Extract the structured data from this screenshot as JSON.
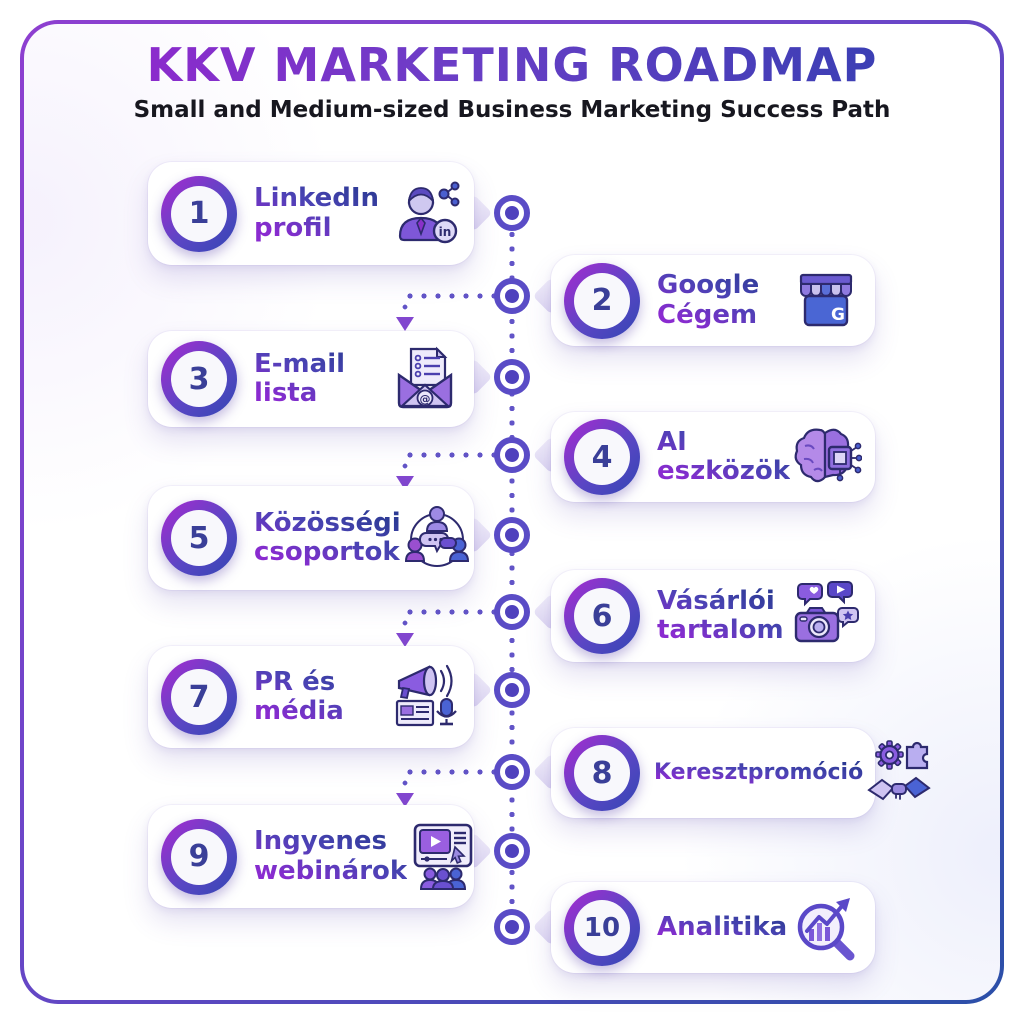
{
  "header": {
    "title": "KKV MARKETING ROADMAP",
    "subtitle": "Small and Medium-sized Business Marketing Success Path"
  },
  "colors": {
    "accent_purple": "#8a2bd0",
    "accent_blue": "#2b4fa8",
    "timeline_dot": "#5a4cc6",
    "card_background": "#ffffff"
  },
  "icons": {
    "linkedin_badge_text": "in",
    "google_letter": "G",
    "email_at": "@"
  },
  "steps": [
    {
      "number": "1",
      "label": "LinkedIn\nprofil",
      "icon": "linkedin-profile-icon",
      "side": "left"
    },
    {
      "number": "2",
      "label": "Google\nCégem",
      "icon": "google-business-icon",
      "side": "right"
    },
    {
      "number": "3",
      "label": "E-mail lista",
      "icon": "email-list-icon",
      "side": "left"
    },
    {
      "number": "4",
      "label": "AI eszközök",
      "icon": "ai-tools-icon",
      "side": "right"
    },
    {
      "number": "5",
      "label": "Közösségi\ncsoportok",
      "icon": "community-groups-icon",
      "side": "left"
    },
    {
      "number": "6",
      "label": "Vásárlói\ntartalom",
      "icon": "customer-content-icon",
      "side": "right"
    },
    {
      "number": "7",
      "label": "PR és\nmédia",
      "icon": "pr-media-icon",
      "side": "left"
    },
    {
      "number": "8",
      "label": "Keresztpromóció",
      "icon": "cross-promotion-icon",
      "side": "right"
    },
    {
      "number": "9",
      "label": "Ingyenes\nwebinárok",
      "icon": "free-webinars-icon",
      "side": "left"
    },
    {
      "number": "10",
      "label": "Analitika",
      "icon": "analytics-icon",
      "side": "right"
    }
  ]
}
